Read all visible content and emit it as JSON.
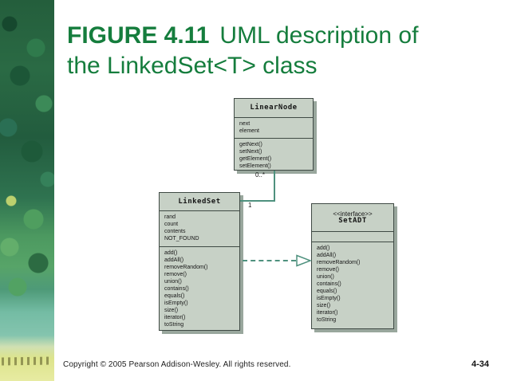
{
  "slide": {
    "title": {
      "figure": "FIGURE 4.11",
      "line1_rest": "UML description of",
      "line2": "the LinkedSet<T> class"
    },
    "footer": {
      "copyright": "Copyright © 2005 Pearson Addison-Wesley. All rights reserved.",
      "page": "4-34"
    }
  },
  "diagram": {
    "classes": [
      {
        "name": "LinearNode",
        "stereotype": "",
        "attributes": [
          "next",
          "element"
        ],
        "methods": [
          "getNext()",
          "setNext()",
          "getElement()",
          "setElement()"
        ]
      },
      {
        "name": "LinkedSet",
        "stereotype": "",
        "attributes": [
          "rand",
          "count",
          "contents",
          "NOT_FOUND"
        ],
        "methods": [
          "add()",
          "addAll()",
          "removeRandom()",
          "remove()",
          "union()",
          "contains()",
          "equals()",
          "isEmpty()",
          "size()",
          "iterator()",
          "toString"
        ]
      },
      {
        "name": "SetADT",
        "stereotype": "<<interface>>",
        "attributes": [],
        "methods": [
          "add()",
          "addAll()",
          "removeRandom()",
          "remove()",
          "union()",
          "contains()",
          "equals()",
          "isEmpty()",
          "size()",
          "iterator()",
          "toString"
        ]
      }
    ],
    "relationships": [
      {
        "from": "LinkedSet",
        "to": "LinearNode",
        "type": "association",
        "multiplicity_from": "1",
        "multiplicity_to": "0..*"
      },
      {
        "from": "LinkedSet",
        "to": "SetADT",
        "type": "realization"
      }
    ]
  },
  "colors": {
    "title_green": "#157d3d",
    "box_fill": "#c7d1c6",
    "box_border": "#3f4a44",
    "box_shadow": "#99a79d",
    "connector_teal": "#4e917e"
  }
}
